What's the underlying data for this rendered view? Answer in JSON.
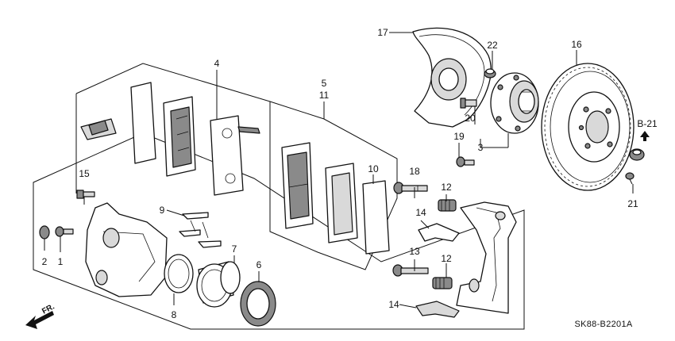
{
  "labels": {
    "l1": "1",
    "l2": "2",
    "l3": "3",
    "l4": "4",
    "l5": "5",
    "l6": "6",
    "l7": "7",
    "l8": "8",
    "l9": "9",
    "l10": "10",
    "l11": "11",
    "l12a": "12",
    "l12b": "12",
    "l13": "13",
    "l14a": "14",
    "l14b": "14",
    "l15": "15",
    "l16": "16",
    "l17": "17",
    "l18": "18",
    "l19": "19",
    "l20": "20",
    "l21": "21",
    "l22": "22"
  },
  "reference": "B-21",
  "direction": "FR.",
  "diagram_code": "SK88-B2201A"
}
